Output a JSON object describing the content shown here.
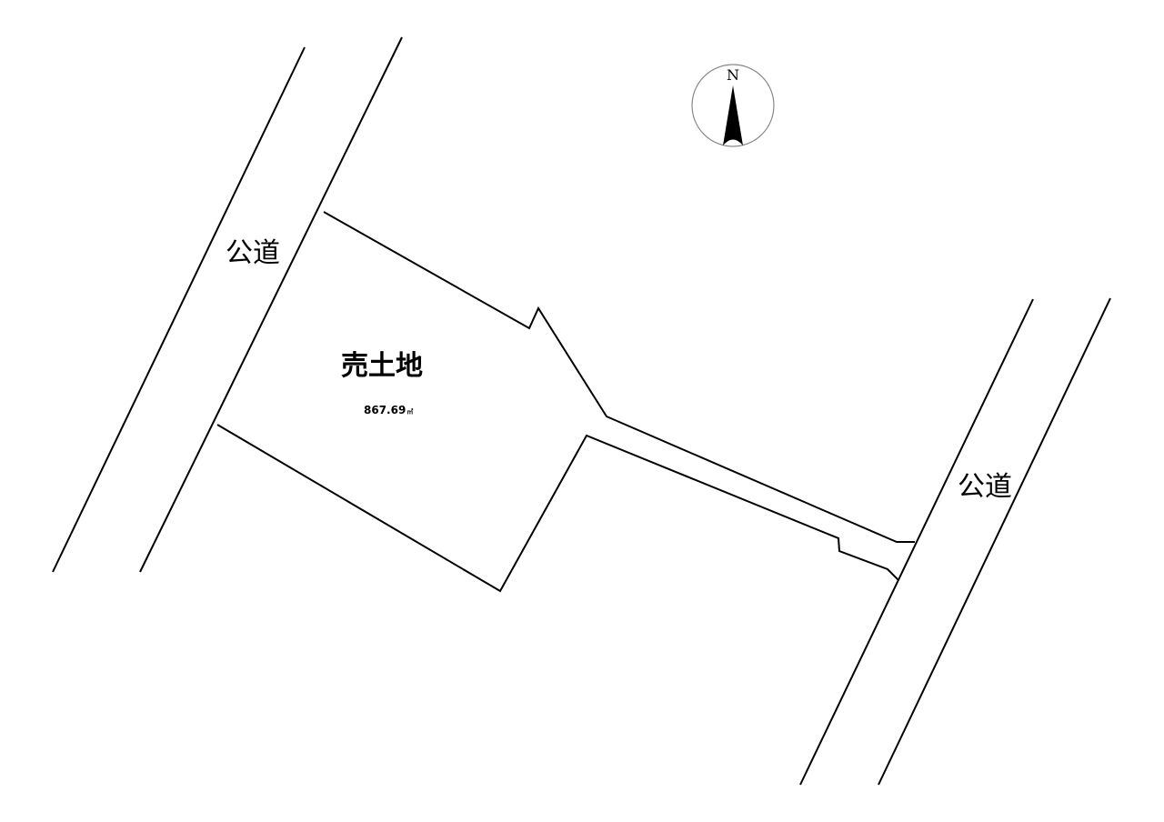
{
  "roads": {
    "left_label": "公道",
    "right_label": "公道"
  },
  "lot": {
    "title": "売土地",
    "area": "867.69",
    "area_unit": "㎡"
  },
  "compass": {
    "letter": "N"
  },
  "colors": {
    "line": "#000000",
    "background": "#ffffff"
  }
}
